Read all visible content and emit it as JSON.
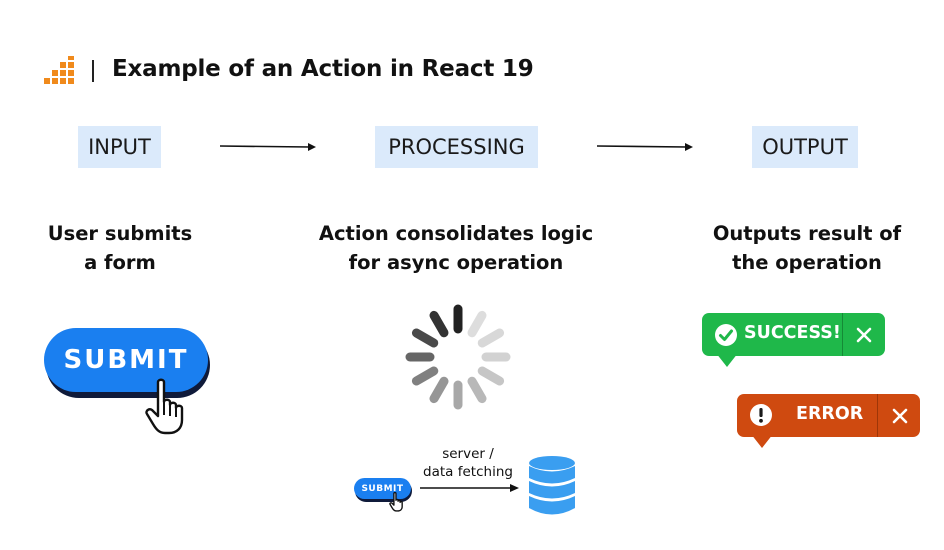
{
  "header": {
    "title": "Example of an Action in React 19",
    "logo_icon": "bar-chart-logo-icon",
    "accent_color": "#f08a1c"
  },
  "stages": {
    "input": {
      "label": "INPUT",
      "desc_line1": "User submits",
      "desc_line2": "a form",
      "button_label": "SUBMIT"
    },
    "processing": {
      "label": "PROCESSING",
      "desc_line1": "Action consolidates logic",
      "desc_line2": "for async operation",
      "spinner_icon": "loading-spinner-icon",
      "mini_button_label": "SUBMIT",
      "fetch_label_line1": "server /",
      "fetch_label_line2": "data fetching",
      "database_icon": "database-icon"
    },
    "output": {
      "label": "OUTPUT",
      "desc_line1": "Outputs result of",
      "desc_line2": "the operation",
      "success_label": "SUCCESS!",
      "error_label": "ERROR"
    }
  },
  "colors": {
    "stage_bg": "#dbeafb",
    "submit_blue": "#1a7ff0",
    "success_green": "#1fb84a",
    "error_orange": "#cf4a10",
    "database_blue": "#3a9ef0"
  }
}
